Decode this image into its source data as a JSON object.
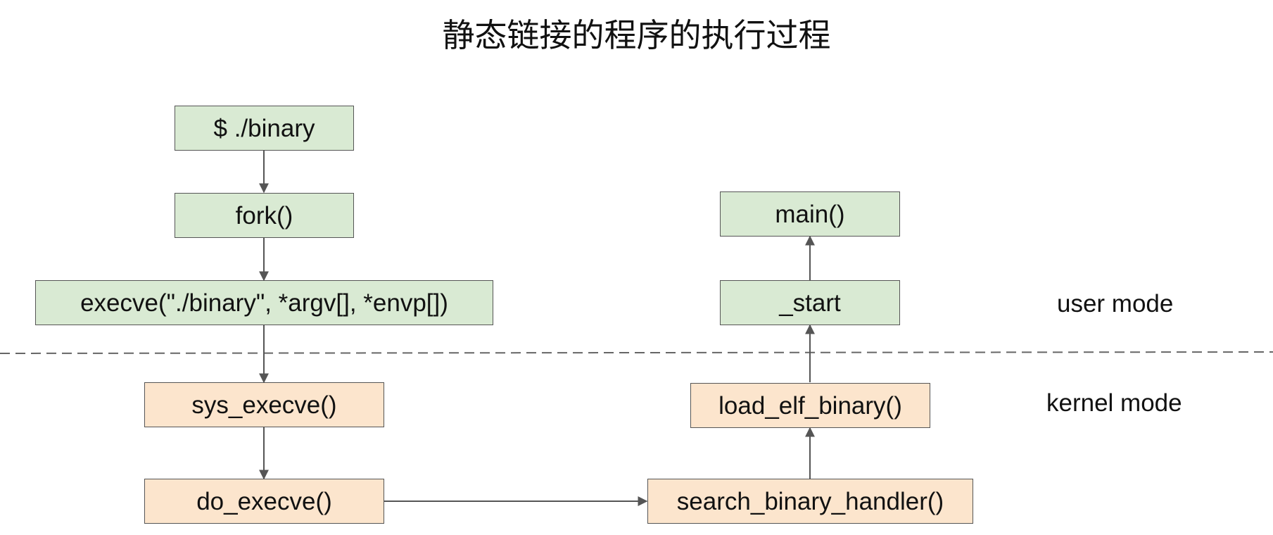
{
  "title": "静态链接的程序的执行过程",
  "nodes": {
    "shell_cmd": "$ ./binary",
    "fork": "fork()",
    "execve": "execve(\"./binary\", *argv[], *envp[])",
    "sys_execve": "sys_execve()",
    "do_execve": "do_execve()",
    "search_binary_handler": "search_binary_handler()",
    "load_elf_binary": "load_elf_binary()",
    "start": "_start",
    "main": "main()"
  },
  "modes": {
    "user": "user mode",
    "kernel": "kernel mode"
  },
  "colors": {
    "user_fill": "#d9ead3",
    "kernel_fill": "#fce5cd",
    "border": "#555555",
    "arrow": "#555555"
  }
}
